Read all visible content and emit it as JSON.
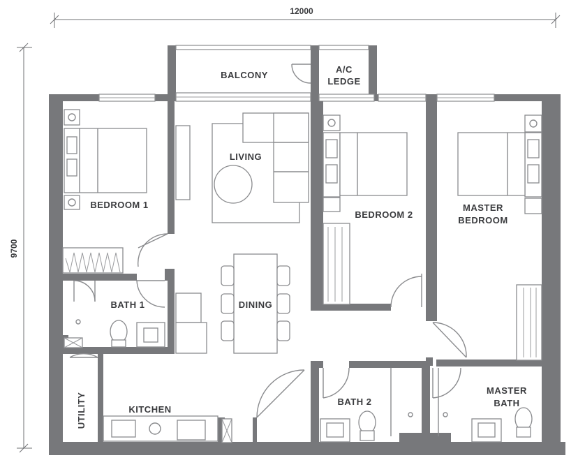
{
  "dimensions": {
    "width_mm": "12000",
    "height_mm": "9700"
  },
  "rooms": {
    "balcony": "BALCONY",
    "ac_ledge_line1": "A/C",
    "ac_ledge_line2": "LEDGE",
    "living": "LIVING",
    "bedroom1": "BEDROOM 1",
    "bedroom2": "BEDROOM 2",
    "master_bedroom_line1": "MASTER",
    "master_bedroom_line2": "BEDROOM",
    "dining": "DINING",
    "bath1": "BATH 1",
    "utility": "UTILITY",
    "kitchen": "KITCHEN",
    "bath2": "BATH 2",
    "master_bath_line1": "MASTER",
    "master_bath_line2": "BATH"
  },
  "colors": {
    "wall": "#77787b",
    "line": "#8a8b8e",
    "text": "#3a3b3e",
    "background": "#ffffff"
  }
}
